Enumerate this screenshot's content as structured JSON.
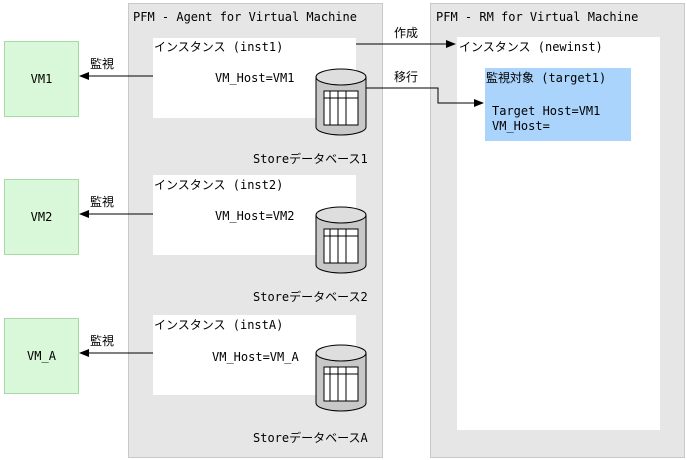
{
  "agent_panel": {
    "title": "PFM - Agent for Virtual Machine"
  },
  "rm_panel": {
    "title": "PFM - RM for Virtual Machine",
    "instance_label": "インスタンス (newinst)",
    "monitor_target": {
      "title": "監視対象 (target1)",
      "target_host": "Target Host=VM1",
      "vm_host": "VM_Host="
    }
  },
  "vms": [
    {
      "label": "VM1"
    },
    {
      "label": "VM2"
    },
    {
      "label": "VM_A"
    }
  ],
  "instances": [
    {
      "label": "インスタンス (inst1)",
      "vm_host": "VM_Host=VM1",
      "store": "Storeデータベース1",
      "monitor": "監視"
    },
    {
      "label": "インスタンス (inst2)",
      "vm_host": "VM_Host=VM2",
      "store": "Storeデータベース2",
      "monitor": "監視"
    },
    {
      "label": "インスタンス (instA)",
      "vm_host": "VM_Host=VM_A",
      "store": "StoreデータベースA",
      "monitor": "監視"
    }
  ],
  "arrows": {
    "create": "作成",
    "migrate": "移行"
  },
  "colors": {
    "panel": "#e6e6e6",
    "vm": "#d9f7d9",
    "target": "#aad4fb"
  }
}
